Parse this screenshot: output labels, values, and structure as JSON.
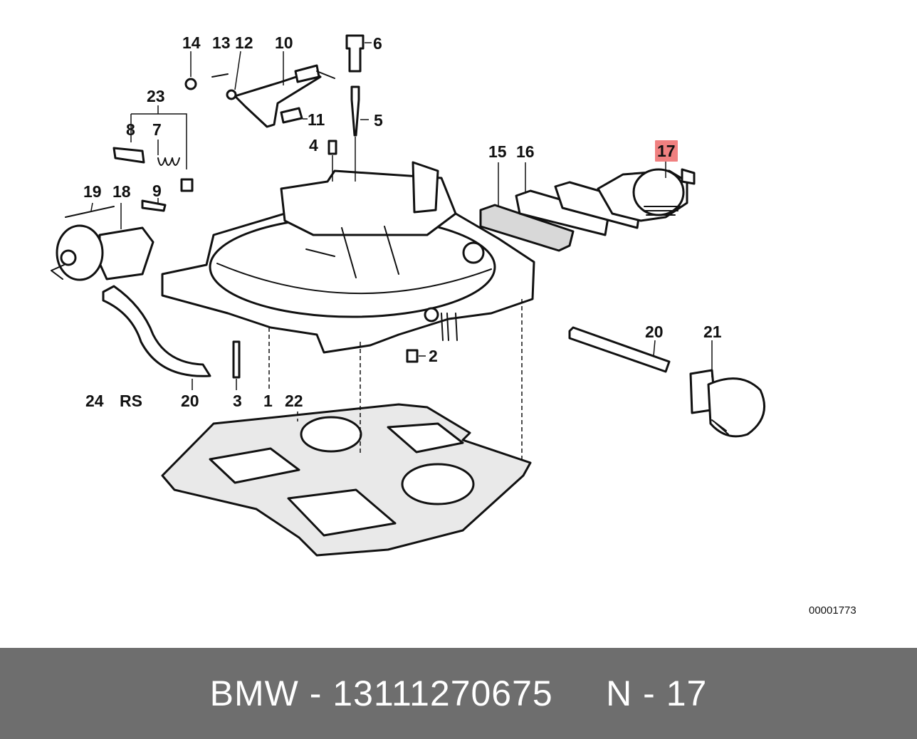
{
  "diagram": {
    "highlight_color": "#f08080",
    "highlighted_part": "17",
    "reference_code": "00001773",
    "labels": {
      "p1": "1",
      "p2": "2",
      "p3": "3",
      "p4": "4",
      "p5": "5",
      "p6": "6",
      "p7": "7",
      "p8": "8",
      "p9": "9",
      "p10": "10",
      "p11": "11",
      "p12": "12",
      "p13": "13",
      "p14": "14",
      "p15": "15",
      "p16": "16",
      "p17": "17",
      "p18": "18",
      "p19": "19",
      "p20a": "20",
      "p20b": "20",
      "p21": "21",
      "p22": "22",
      "p23": "23",
      "p24": "24",
      "rs": "RS"
    }
  },
  "footer": {
    "text": "BMW - 13111270675     N - 17",
    "background": "#6e6e6e",
    "text_color": "#ffffff"
  }
}
